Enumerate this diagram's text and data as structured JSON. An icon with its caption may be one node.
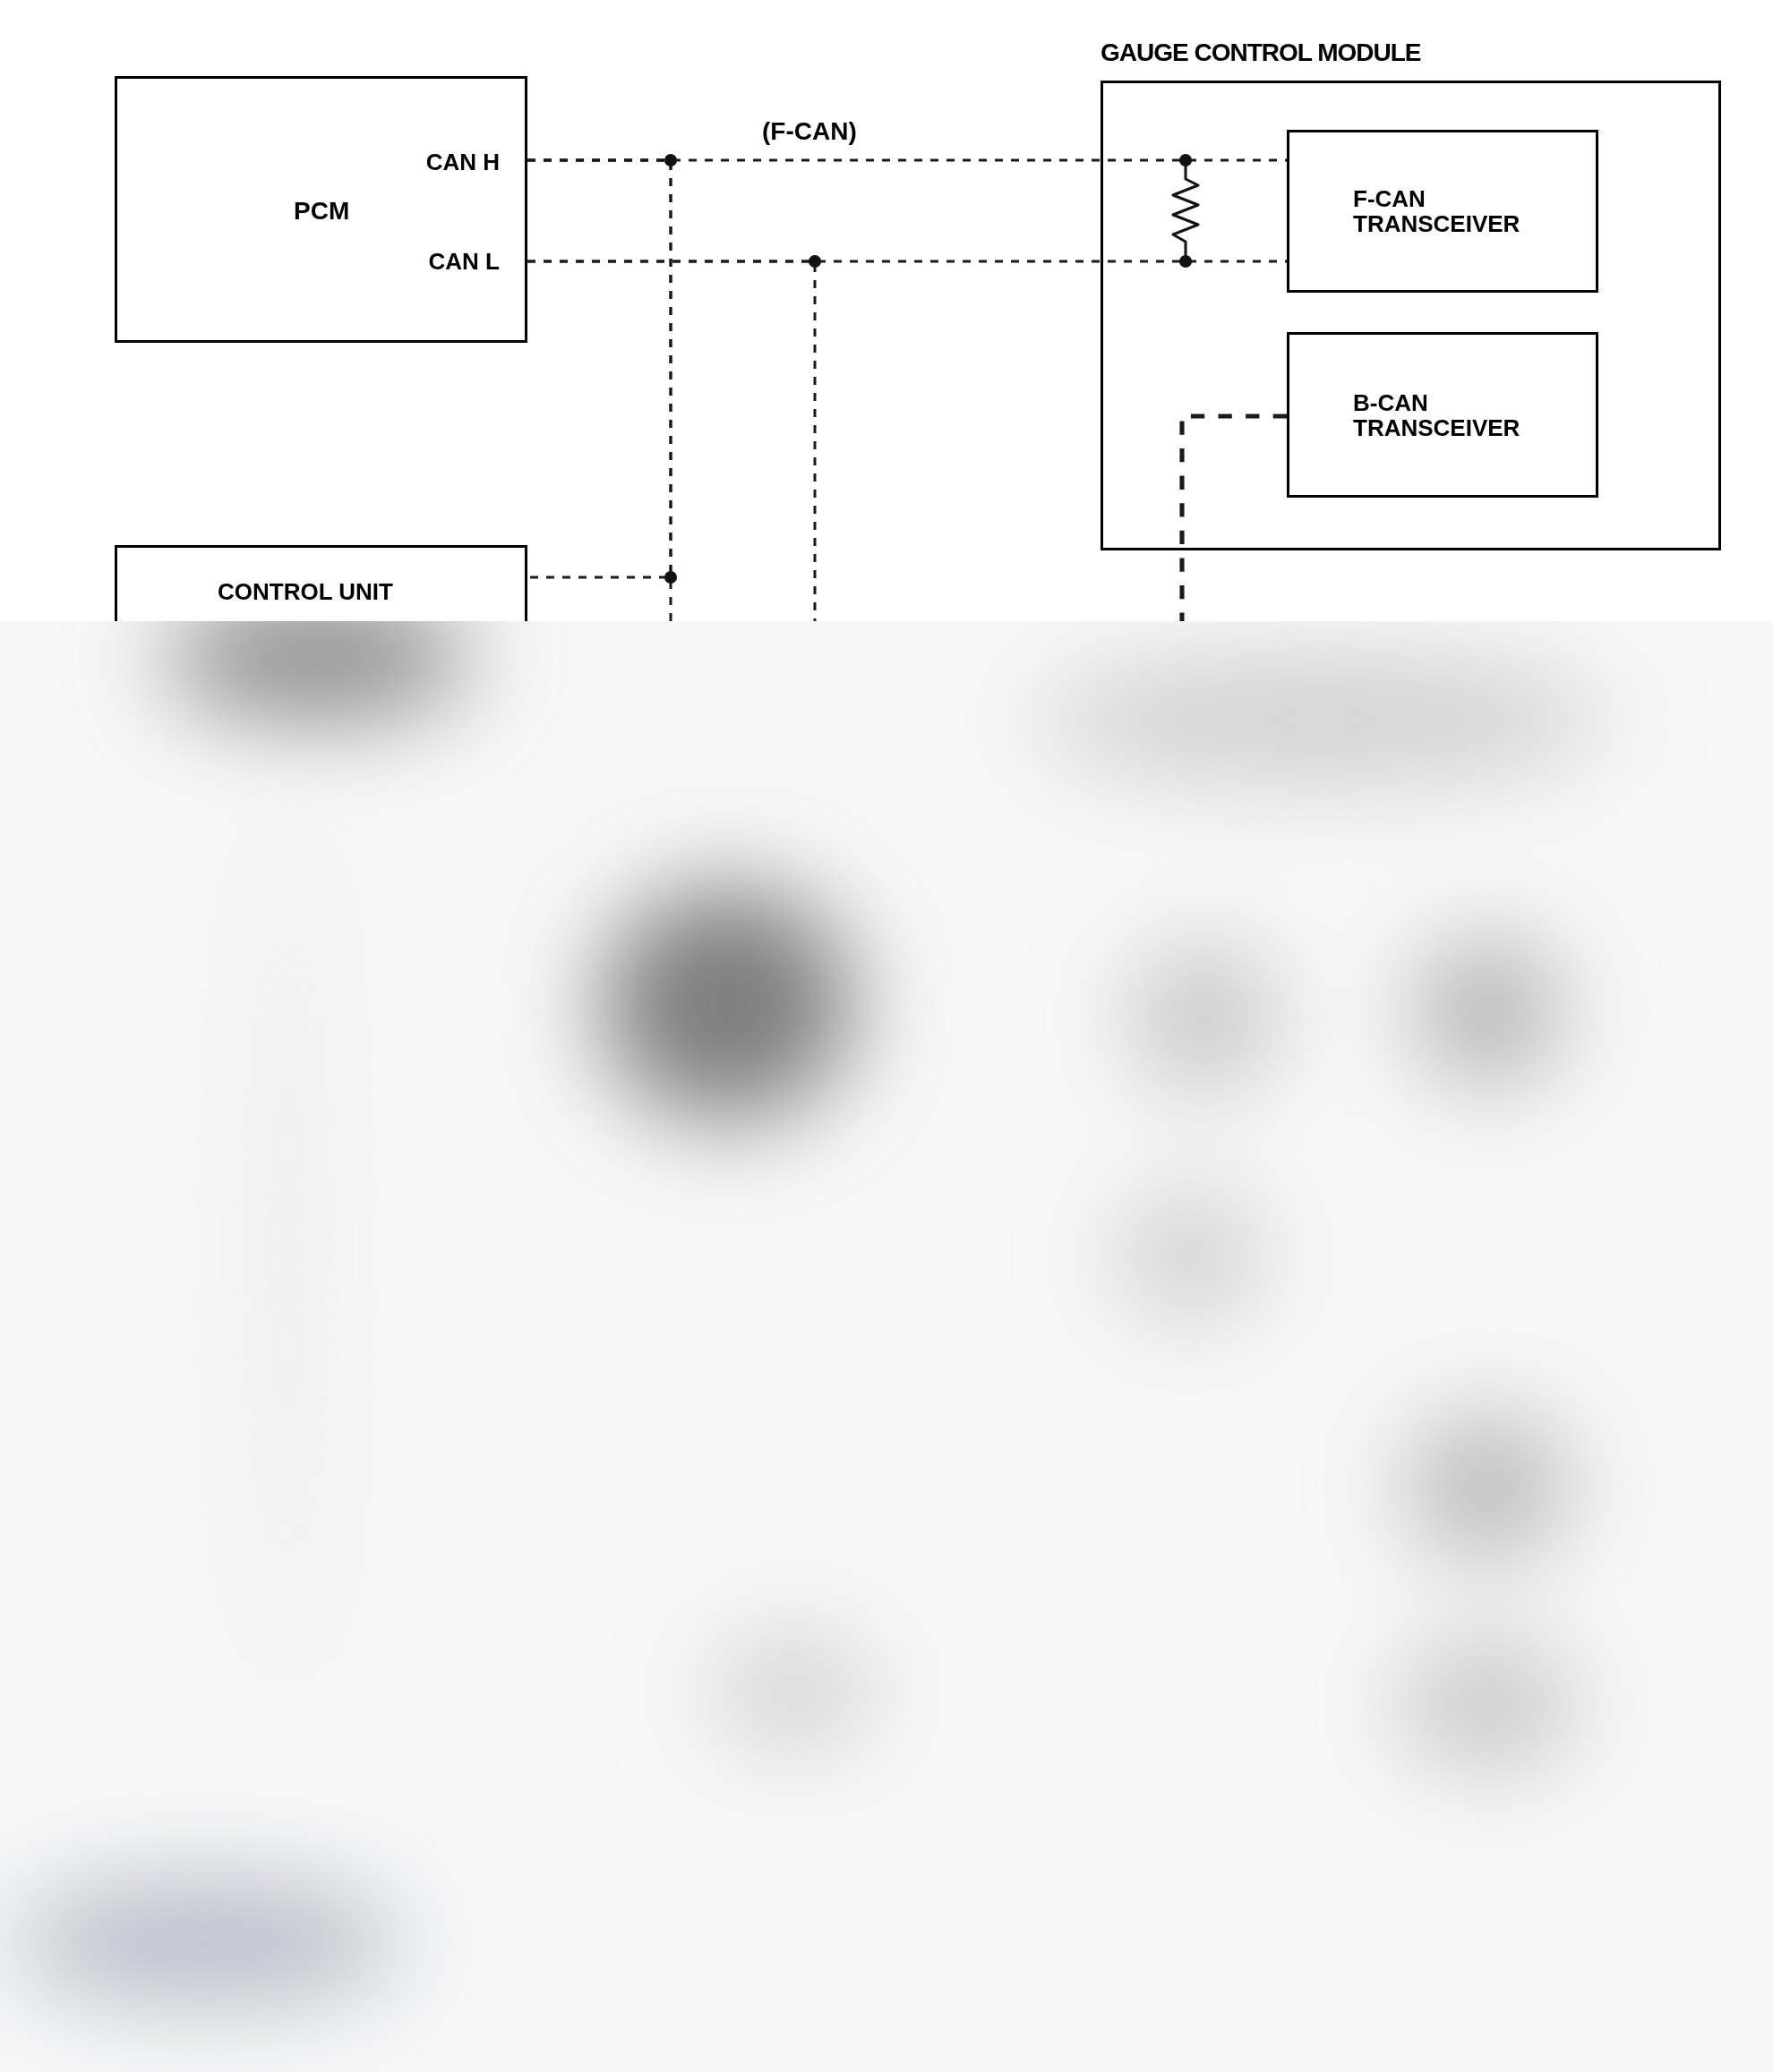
{
  "diagram": {
    "nodes": [
      {
        "text": [
          "PCM",
          "CAN H",
          "CAN L"
        ]
      },
      {
        "text": [
          "GAUGE CONTROL MODULE"
        ]
      },
      {
        "text": [
          "F-CAN TRANSCEIVER"
        ],
        "in": 1
      },
      {
        "text": [
          "B-CAN TRANSCEIVER"
        ],
        "in": 1
      },
      {
        "text": [
          "CONTROL UNIT"
        ]
      }
    ],
    "edges": [
      {
        "from": 0,
        "to": 2,
        "arrow": "none",
        "style": "dashed"
      },
      {
        "from": 0,
        "to": 2,
        "arrow": "none",
        "style": "dashed"
      },
      {
        "from": 0,
        "to": 4,
        "arrow": "none",
        "style": "dashed"
      },
      {
        "from": 0,
        "to": null,
        "arrow": "none",
        "style": "dashed"
      },
      {
        "from": 0,
        "to": null,
        "arrow": "none",
        "style": "dashed"
      },
      {
        "from": 3,
        "to": null,
        "arrow": "none",
        "style": "dashed"
      }
    ],
    "labels": [
      "(F-CAN)"
    ]
  }
}
